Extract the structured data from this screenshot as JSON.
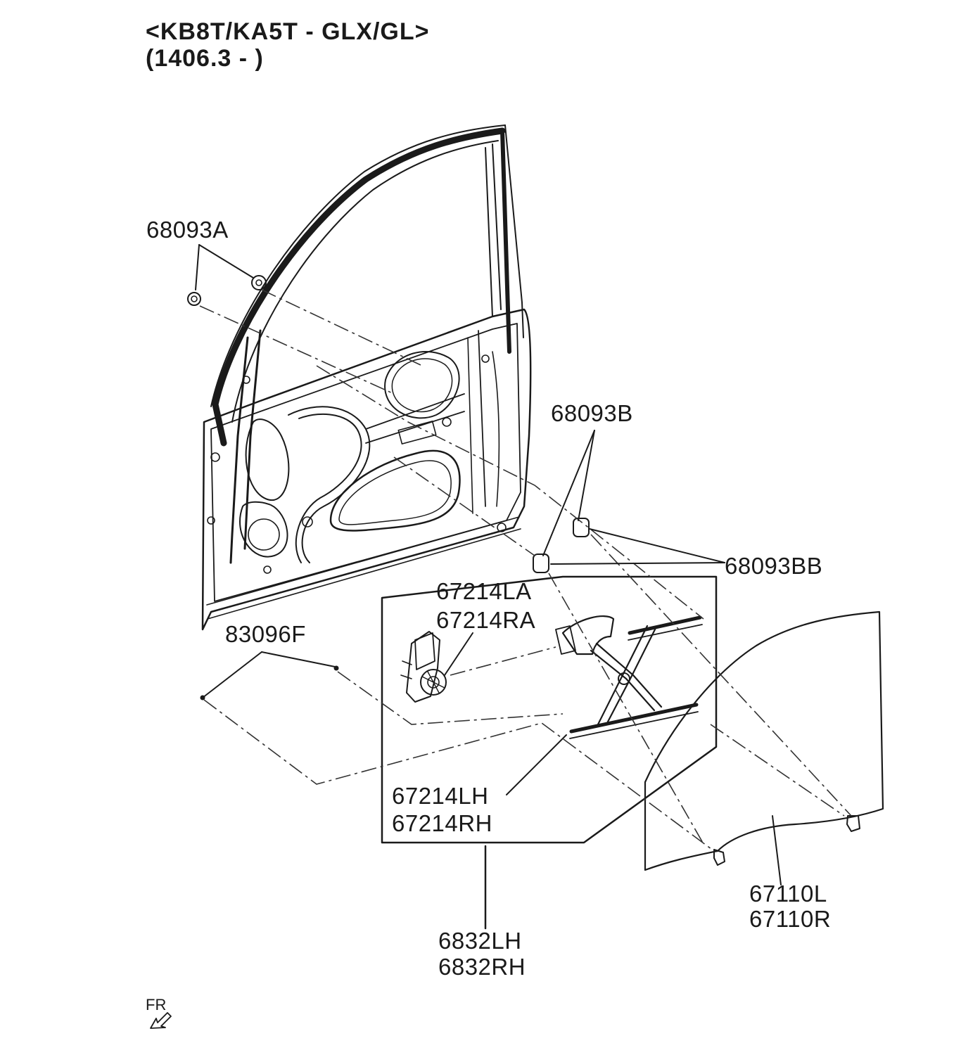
{
  "header": {
    "line1": "<KB8T/KA5T - GLX/GL>",
    "line2": "(1406.3 - )"
  },
  "parts": {
    "p68093A": "68093A",
    "p68093B": "68093B",
    "p68093BB": "68093BB",
    "p67214LA": "67214LA",
    "p67214RA": "67214RA",
    "p83096F": "83096F",
    "p67214LH": "67214LH",
    "p67214RH": "67214RH",
    "p67110L": "67110L",
    "p67110R": "67110R",
    "p6832LH": "6832LH",
    "p6832RH": "6832RH"
  },
  "direction_label": "FR"
}
